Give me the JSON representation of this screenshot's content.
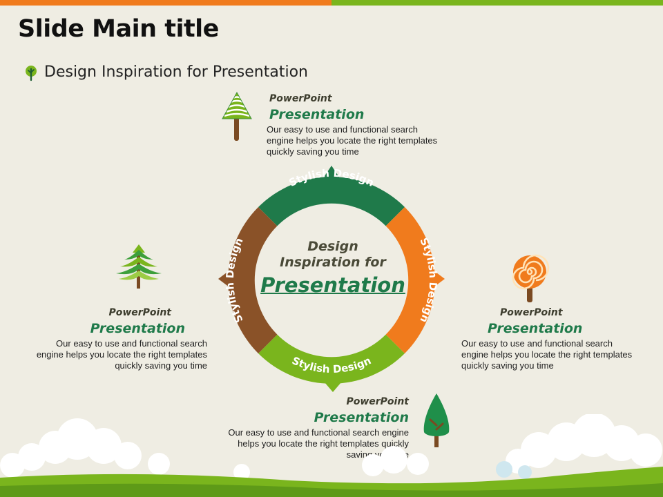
{
  "title": "Slide Main title",
  "subtitle": "Design Inspiration for Presentation",
  "colors": {
    "background": "#efede3",
    "top_bar_left": "#f07b1d",
    "top_bar_right": "#7ab51d",
    "dark_green": "#1f7a4a",
    "orange": "#f07b1d",
    "light_green": "#7ab51d",
    "brown": "#8a5228"
  },
  "ring": {
    "segments": [
      {
        "label": "Stylish Design",
        "color": "#1f7a4a",
        "position": "top"
      },
      {
        "label": "Stylish Design",
        "color": "#f07b1d",
        "position": "right"
      },
      {
        "label": "Stylish Design",
        "color": "#7ab51d",
        "position": "bottom"
      },
      {
        "label": "Stylish Design",
        "color": "#8a5228",
        "position": "left"
      }
    ],
    "center": {
      "line1": "Design",
      "line2": "Inspiration for",
      "line3": "Presentation"
    }
  },
  "blocks": {
    "top": {
      "kicker": "PowerPoint",
      "heading": "Presentation",
      "body": "Our easy to use and functional search engine helps you locate the right templates quickly saving you time",
      "icon": "pine-tree-icon"
    },
    "left": {
      "kicker": "PowerPoint",
      "heading": "Presentation",
      "body": "Our easy to use and functional search engine helps you locate the right templates quickly saving you time",
      "icon": "fir-tree-icon"
    },
    "right": {
      "kicker": "PowerPoint",
      "heading": "Presentation",
      "body": "Our easy to use and functional search engine helps you locate the right templates quickly saving you time",
      "icon": "lollipop-tree-icon"
    },
    "bottom": {
      "kicker": "PowerPoint",
      "heading": "Presentation",
      "body": "Our easy to use and functional search engine helps you locate the right templates quickly saving you time",
      "icon": "cone-tree-icon"
    }
  }
}
